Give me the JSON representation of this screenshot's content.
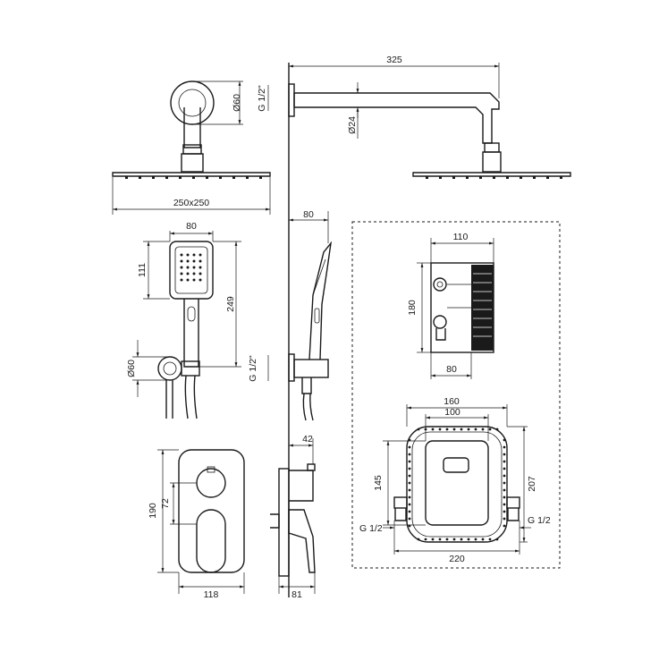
{
  "diagram": {
    "dims": {
      "arm_length": "325",
      "thread_arm": "G 1/2\"",
      "arm_dia": "Ø60",
      "pipe_dia": "Ø24",
      "head_size": "250x250",
      "hand_width": "80",
      "hand_height": "111",
      "hand_total": "249",
      "holder_dia": "Ø60",
      "thread_holder": "G 1/2\"",
      "holder_depth": "80",
      "box_width": "110",
      "box_height": "180",
      "box_depth": "80",
      "plate_outer": "160",
      "plate_inner": "100",
      "plate_height": "145",
      "frame_height": "207",
      "thread_left": "G 1/2",
      "thread_right": "G 1/2",
      "frame_width": "220",
      "mixer_height": "190",
      "mixer_offset": "72",
      "mixer_width": "118",
      "mixer_depth_top": "42",
      "mixer_depth": "81"
    },
    "colors": {
      "line": "#1a1a1a",
      "background": "#ffffff"
    }
  }
}
